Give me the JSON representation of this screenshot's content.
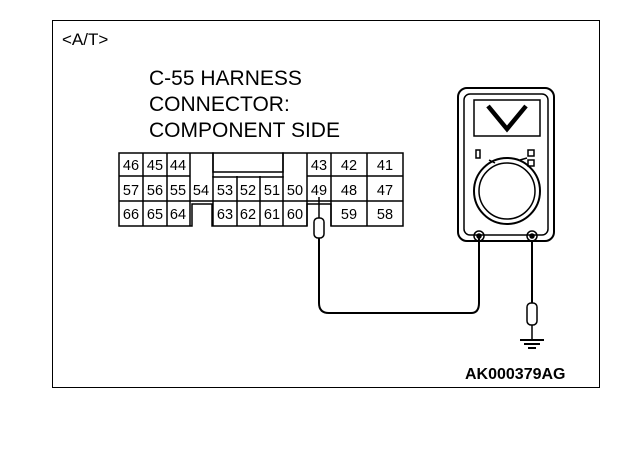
{
  "section_tag": "<A/T>",
  "connector_title": {
    "line1": "C-55 HARNESS",
    "line2": "CONNECTOR:",
    "line3": "COMPONENT SIDE"
  },
  "figure_code": "AK000379AG",
  "pins": {
    "row1": [
      "46",
      "45",
      "44",
      "43",
      "42",
      "41"
    ],
    "row2": [
      "57",
      "56",
      "55",
      "54",
      "53",
      "52",
      "51",
      "50",
      "49",
      "48",
      "47"
    ],
    "row3": [
      "66",
      "65",
      "64",
      "63",
      "62",
      "61",
      "60",
      "59",
      "58"
    ]
  },
  "meter": {
    "unit_symbol": "V"
  },
  "icons": {
    "meter": "voltmeter-icon",
    "probe": "test-probe-icon",
    "ground": "ground-icon"
  }
}
